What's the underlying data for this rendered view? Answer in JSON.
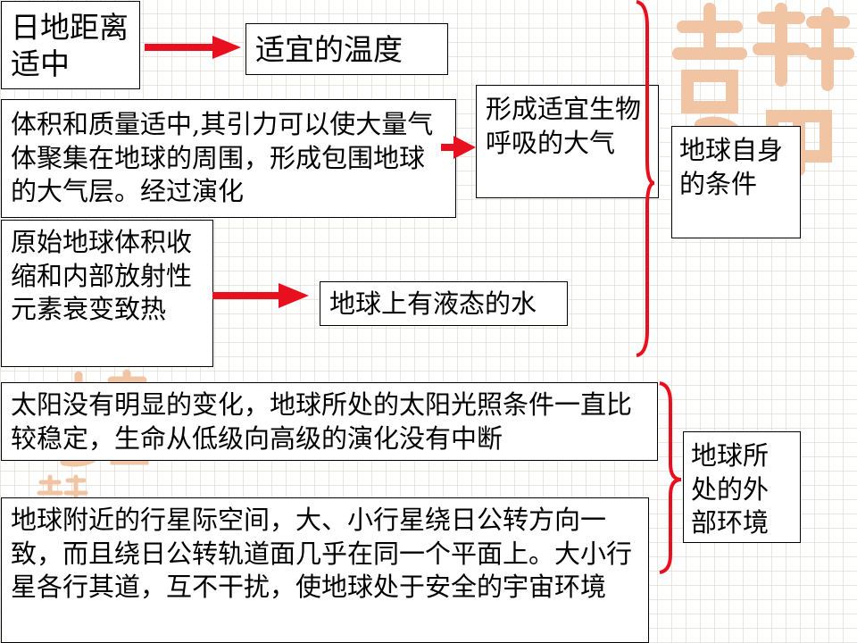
{
  "colors": {
    "arrow": "#e8101e",
    "brace": "#e8101e",
    "seal": "#f1c4a4"
  },
  "icons": {
    "seal_large": "auspicious-seal-watermark",
    "seal_small": "auspicious-seal-watermark-small"
  },
  "nodes": {
    "sun_distance": "日地距离适中",
    "suitable_temperature": "适宜的温度",
    "volume_mass": "体积和质量适中,其引力可以使大量气体聚集在地球的周围，形成包围地球的大气层。经过演化",
    "suitable_atmosphere": "形成适宜生物呼吸的大气",
    "self_conditions": "地球自身的条件",
    "contraction_heat": "原始地球体积收缩和内部放射性元素衰变致热",
    "liquid_water": "地球上有液态的水",
    "stable_sun": "太阳没有明显的变化，地球所处的太阳光照条件一直比较稳定，生命从低级向高级的演化没有中断",
    "external_environment": "地球所处的外部环境",
    "safe_orbit": "地球附近的行星际空间，大、小行星绕日公转方向一致，而且绕日公转轨道面几乎在同一个平面上。大小行星各行其道，互不干扰，使地球处于安全的宇宙环境"
  }
}
